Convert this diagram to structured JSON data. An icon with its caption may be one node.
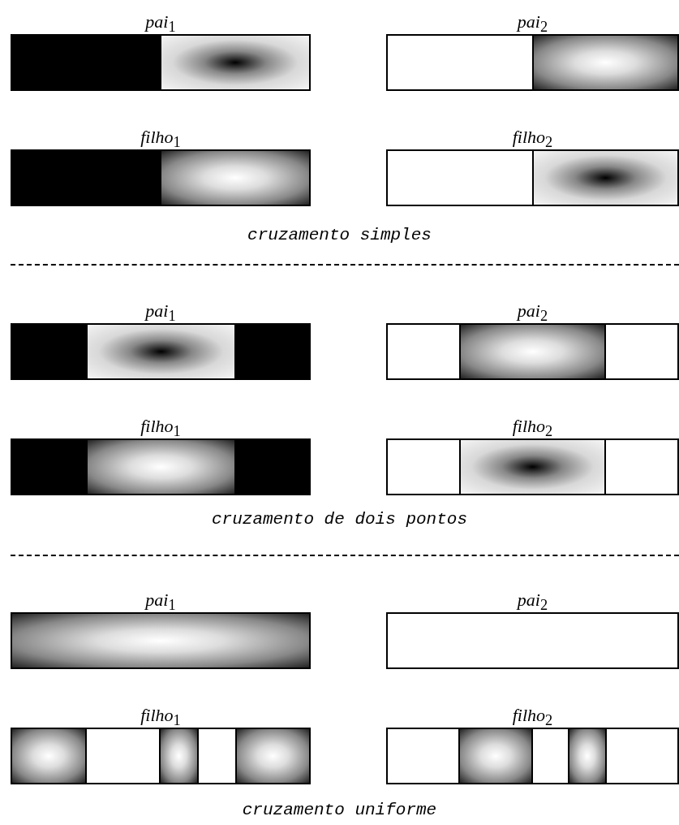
{
  "diagram": {
    "nodes": [
      {
        "text": [
          "*pai*$_{1}$"
        ]
      },
      {
        "text": [
          "*pai*$_{2}$"
        ]
      },
      {
        "text": [
          "*filho*$_{1}$"
        ]
      },
      {
        "text": [
          "*filho*$_{2}$"
        ]
      },
      {
        "text": [
          "*pai*$_{1}$"
        ]
      },
      {
        "text": [
          "*pai*$_{2}$"
        ]
      },
      {
        "text": [
          "*filho*$_{1}$"
        ]
      },
      {
        "text": [
          "*filho*$_{2}$"
        ]
      },
      {
        "text": [
          "*pai*$_{1}$"
        ]
      },
      {
        "text": [
          "*pai*$_{2}$"
        ]
      },
      {
        "text": [
          "*filho*$_{1}$"
        ]
      },
      {
        "text": [
          "*filho*$_{2}$"
        ]
      }
    ],
    "labels": [
      "cruzamento simples",
      "cruzamento de dois pontos",
      "cruzamento uniforme"
    ]
  }
}
